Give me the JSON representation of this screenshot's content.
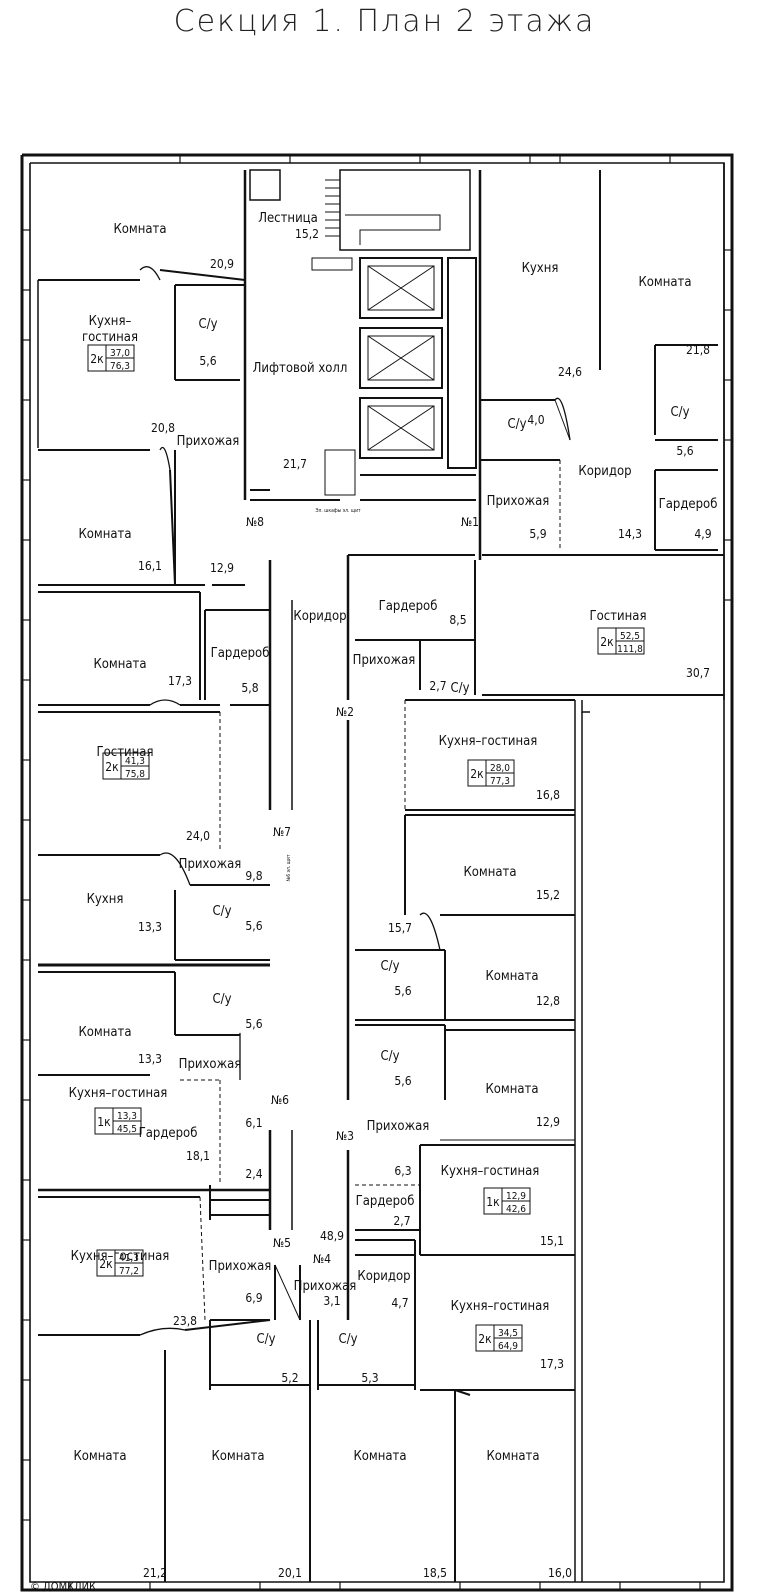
{
  "title": "Секция 1. План 2 этажа",
  "watermark": "© ДОМКЛИК",
  "rooms": [
    {
      "id": "r1",
      "label": "Комната",
      "area": "20,9"
    },
    {
      "id": "r2",
      "label": "Кухня–\nгостиная",
      "area": "20,8"
    },
    {
      "id": "r3",
      "label": "С/у",
      "area": "5,6"
    },
    {
      "id": "r4",
      "label": "Прихожая",
      "area": ""
    },
    {
      "id": "r5",
      "label": "Комната",
      "area": "16,1"
    },
    {
      "id": "r6",
      "label": "",
      "area": "12,9"
    },
    {
      "id": "r7",
      "label": "Лестница",
      "area": "15,2"
    },
    {
      "id": "r8",
      "label": "Лифтовой холл",
      "area": "21,7"
    },
    {
      "id": "r9",
      "label": "Кухня",
      "area": "24,6"
    },
    {
      "id": "r10",
      "label": "Комната",
      "area": "21,8"
    },
    {
      "id": "r11",
      "label": "С/у",
      "area": "4,0"
    },
    {
      "id": "r12",
      "label": "С/у",
      "area": "5,6"
    },
    {
      "id": "r13",
      "label": "Коридор",
      "area": "14,3"
    },
    {
      "id": "r14",
      "label": "Прихожая",
      "area": "5,9"
    },
    {
      "id": "r15",
      "label": "Гардероб",
      "area": "4,9"
    },
    {
      "id": "r16",
      "label": "Гардероб",
      "area": "8,5"
    },
    {
      "id": "r17",
      "label": "Прихожая",
      "area": ""
    },
    {
      "id": "r18",
      "label": "С/у",
      "area": "2,7"
    },
    {
      "id": "r19",
      "label": "Гостиная",
      "area": "30,7"
    },
    {
      "id": "r20",
      "label": "Коридор",
      "area": ""
    },
    {
      "id": "r21",
      "label": "Комната",
      "area": "17,3"
    },
    {
      "id": "r22",
      "label": "Гардероб",
      "area": "5,8"
    },
    {
      "id": "r23",
      "label": "Гостиная",
      "area": "24,0"
    },
    {
      "id": "r24",
      "label": "Кухня–гостиная",
      "area": "16,8"
    },
    {
      "id": "r25",
      "label": "Комната",
      "area": "15,2"
    },
    {
      "id": "r26",
      "label": "Прихожая",
      "area": "9,8"
    },
    {
      "id": "r27",
      "label": "Кухня",
      "area": "13,3"
    },
    {
      "id": "r28",
      "label": "С/у",
      "area": "5,6"
    },
    {
      "id": "r29",
      "label": "",
      "area": "15,7"
    },
    {
      "id": "r30",
      "label": "С/у",
      "area": "5,6"
    },
    {
      "id": "r31",
      "label": "Комната",
      "area": "12,8"
    },
    {
      "id": "r32",
      "label": "Комната",
      "area": "13,3"
    },
    {
      "id": "r33",
      "label": "С/у",
      "area": "5,6"
    },
    {
      "id": "r34",
      "label": "Прихожая",
      "area": ""
    },
    {
      "id": "r35",
      "label": "С/у",
      "area": "5,6"
    },
    {
      "id": "r36",
      "label": "Комната",
      "area": "12,9"
    },
    {
      "id": "r37",
      "label": "Кухня–гостиная",
      "area": "18,1"
    },
    {
      "id": "r38",
      "label": "Гардероб",
      "area": "6,1"
    },
    {
      "id": "r39",
      "label": "",
      "area": "2,4"
    },
    {
      "id": "r40",
      "label": "Прихожая",
      "area": "6,3"
    },
    {
      "id": "r41",
      "label": "Кухня–гостиная",
      "area": "15,1"
    },
    {
      "id": "r42",
      "label": "Гардероб",
      "area": "2,7"
    },
    {
      "id": "r43",
      "label": "",
      "area": "48,9"
    },
    {
      "id": "r44",
      "label": "Кухня–гостиная",
      "area": "23,8"
    },
    {
      "id": "r45",
      "label": "Прихожая",
      "area": "6,9"
    },
    {
      "id": "r46",
      "label": "Прихожая",
      "area": "3,1"
    },
    {
      "id": "r47",
      "label": "Коридор",
      "area": "4,7"
    },
    {
      "id": "r48",
      "label": "Кухня–гостиная",
      "area": "17,3"
    },
    {
      "id": "r49",
      "label": "С/у",
      "area": "5,2"
    },
    {
      "id": "r50",
      "label": "С/у",
      "area": "5,3"
    },
    {
      "id": "r51",
      "label": "Комната",
      "area": "21,2"
    },
    {
      "id": "r52",
      "label": "Комната",
      "area": "20,1"
    },
    {
      "id": "r53",
      "label": "Комната",
      "area": "18,5"
    },
    {
      "id": "r54",
      "label": "Комната",
      "area": "16,0"
    }
  ],
  "apartments": [
    {
      "id": "a1",
      "rooms": "2к",
      "living": "37,0",
      "total": "76,3"
    },
    {
      "id": "a2",
      "rooms": "2к",
      "living": "52,5",
      "total": "111,8"
    },
    {
      "id": "a3",
      "rooms": "2к",
      "living": "41,3",
      "total": "75,8"
    },
    {
      "id": "a4",
      "rooms": "2к",
      "living": "28,0",
      "total": "77,3"
    },
    {
      "id": "a5",
      "rooms": "1к",
      "living": "13,3",
      "total": "45,5"
    },
    {
      "id": "a6",
      "rooms": "1к",
      "living": "12,9",
      "total": "42,6"
    },
    {
      "id": "a7",
      "rooms": "2к",
      "living": "41,3",
      "total": "77,2"
    },
    {
      "id": "a8",
      "rooms": "2к",
      "living": "34,5",
      "total": "64,9"
    }
  ],
  "apartment_numbers": [
    "№1",
    "№2",
    "№3",
    "№4",
    "№5",
    "№6",
    "№7",
    "№8"
  ],
  "small_notes": [
    "Эл. шкафы эл. щит",
    "№6 эл. щит"
  ]
}
